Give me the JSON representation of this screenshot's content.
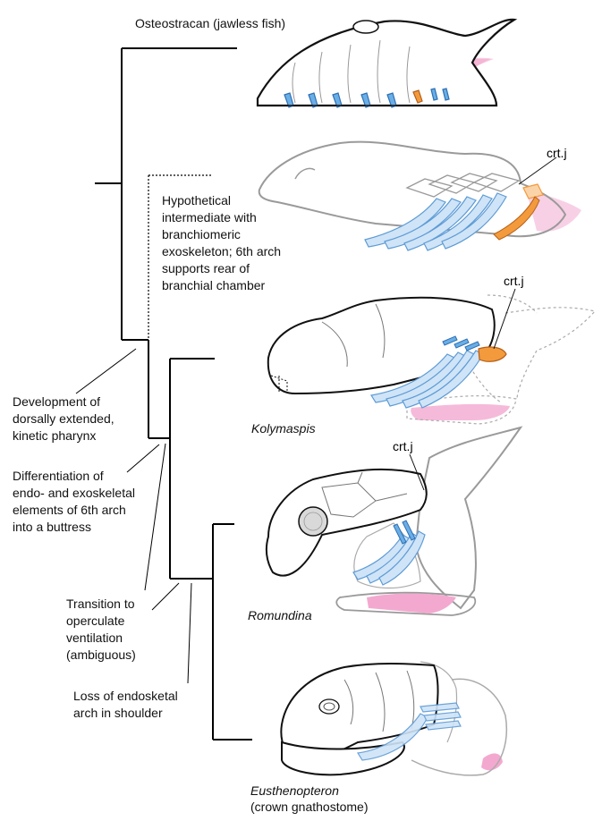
{
  "taxa": {
    "osteostracan": "Osteostracan (jawless fish)",
    "kolymaspis": "Kolymaspis",
    "romundina": "Romundina",
    "eusthenopteron": "Eusthenopteron",
    "eusthenopteron_note": "(crown gnathostome)"
  },
  "hypothetical_note": "Hypothetical\nintermediate with\nbranchiomeric\nexoskeleton; 6th arch\nsupports rear of\nbranchial chamber",
  "events": {
    "pharynx": "Development of\ndorsally extended,\nkinetic pharynx",
    "buttress": "Differentiation of\nendo- and exoskeletal\nelements of 6th arch\ninto a buttress",
    "operculate": "Transition to\noperculate\nventilation\n(ambiguous)",
    "shoulder": "Loss of endosketal\narch in shoulder"
  },
  "crtj_label": "crt.j",
  "colors": {
    "branchial_blue": "#6aaee6",
    "crtj_orange": "#f39a3c",
    "muscle_pink": "#f3a9cf",
    "tree_line": "#000000",
    "outline_grey": "#9a9a9a"
  }
}
